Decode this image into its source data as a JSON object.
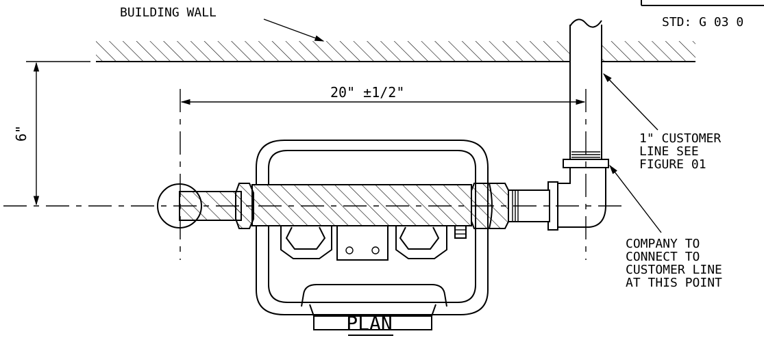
{
  "labels": {
    "building_wall": "BUILDING WALL",
    "std_code": "STD: G 03 0",
    "dim_20": "20\"  ±1/2\"",
    "dim_6": "6\"",
    "customer_line": [
      "1\" CUSTOMER",
      "LINE SEE",
      "FIGURE 01"
    ],
    "company_note": [
      "COMPANY TO",
      "CONNECT TO",
      "CUSTOMER LINE",
      "AT THIS POINT"
    ],
    "plan": "PLAN"
  }
}
